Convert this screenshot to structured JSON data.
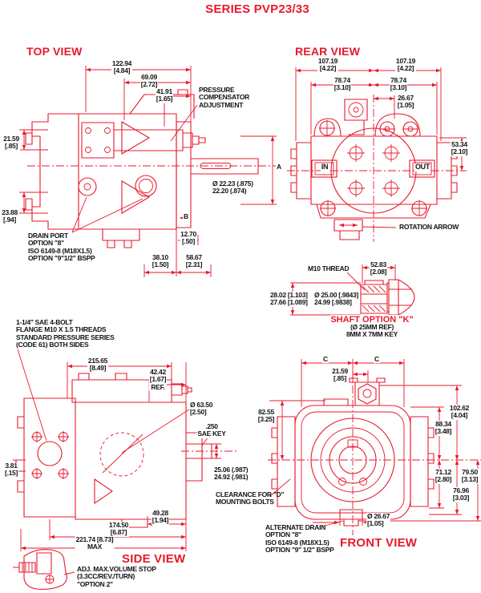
{
  "title": "SERIES PVP23/33",
  "colors": {
    "accent_red": "#e8192c",
    "text_black": "#141414"
  },
  "views": {
    "top": {
      "heading": "TOP VIEW",
      "dims": {
        "d122_94": "122.94\n[4.84]",
        "d69_09": "69.09\n[2.72]",
        "d41_91": "41.91\n[1.65]",
        "d21_59": "21.59\n[.85]",
        "d23_88": "23.88\n[.94]",
        "shaft_dia": "Ø 22.23 (.875)\n22.20 (.874)",
        "label_a": "A",
        "label_b": "B",
        "d12_70": "12.70\n[.50]",
        "d38_10": "38.10\n[1.50]",
        "d58_67": "58.67\n[2.31]"
      },
      "notes": {
        "compensator": "PRESSURE\nCOMPENSATOR\nADJUSTMENT",
        "drain": "DRAIN PORT\nOPTION \"8\"\nISO 6149-8 (M18X1.5)\nOPTION \"9\"1/2\" BSPP"
      }
    },
    "rear": {
      "heading": "REAR VIEW",
      "dims": {
        "d107_left": "107.19\n[4.22]",
        "d107_right": "107.19\n[4.22]",
        "d78_left": "78.74\n[3.10]",
        "d78_right": "78.74\n[3.10]",
        "d26_67": "26.67\n[1.05]",
        "d53_34": "53.34\n[2.10]"
      },
      "ports": {
        "in": "IN",
        "out": "OUT"
      },
      "notes": {
        "rotation": "ROTATION ARROW"
      }
    },
    "shaft": {
      "heading": "SHAFT OPTION \"K\"",
      "dims": {
        "d52_83": "52.83\n[2.08]",
        "d28_02": "28.02 [1.103]\n27.66 [1.089]",
        "d25_00": "Ø 25.00 [.9843]\n24.99 [.9838]"
      },
      "notes": {
        "thread": "M10 THREAD",
        "ref": "(Ø 25MM REF)",
        "key": "8MM X 7MM KEY"
      }
    },
    "side": {
      "heading": "SIDE VIEW",
      "dims": {
        "d215_65": "215.65\n[8.49]",
        "d42_42": "42.42\n[1.67]\nREF.",
        "d63_50": "Ø 63.50\n[2.50]",
        "sae_key": ".250\nSAE KEY",
        "d3_81": "3.81\n[.15]",
        "d25_06": "25.06 (.987)\n24.92 (.981)",
        "d49_28": "49.28\n[1.94]",
        "d174_50": "174.50\n[6.87]",
        "d221_74": "221.74 [8.73]\nMAX"
      },
      "notes": {
        "flange": "1-1/4\" SAE 4-BOLT\nFLANGE M10 X 1.5 THREADS\nSTANDARD PRESSURE SERIES\n(CODE 61) BOTH SIDES",
        "clearance": "CLEARANCE FOR \"D\"\nMOUNTING BOLTS",
        "volume_stop": "ADJ. MAX.VOLUME STOP\n(3.3CC/REV./TURN)\n\"OPTION 2\""
      }
    },
    "front": {
      "heading": "FRONT VIEW",
      "dims": {
        "c_left": "C",
        "c_right": "C",
        "d21_59": "21.59\n[.85]",
        "d82_55": "82.55\n[3.25]",
        "d102_62": "102.62\n[4.04]",
        "d88_34": "88.34\n[3.48]",
        "d71_12": "71.12\n[2.80]",
        "d79_50": "79.50\n[3.13]",
        "d76_96": "76.96\n[3.03]",
        "d26_67": "Ø 26.67\n[1.05]",
        "label_b_none": ""
      },
      "notes": {
        "alt_drain": "ALTERNATE DRAIN\nOPTION \"8\"\nISO 6149-8 (M18X1.5)\nOPTION \"9\" 1/2\" BSPP"
      }
    }
  }
}
